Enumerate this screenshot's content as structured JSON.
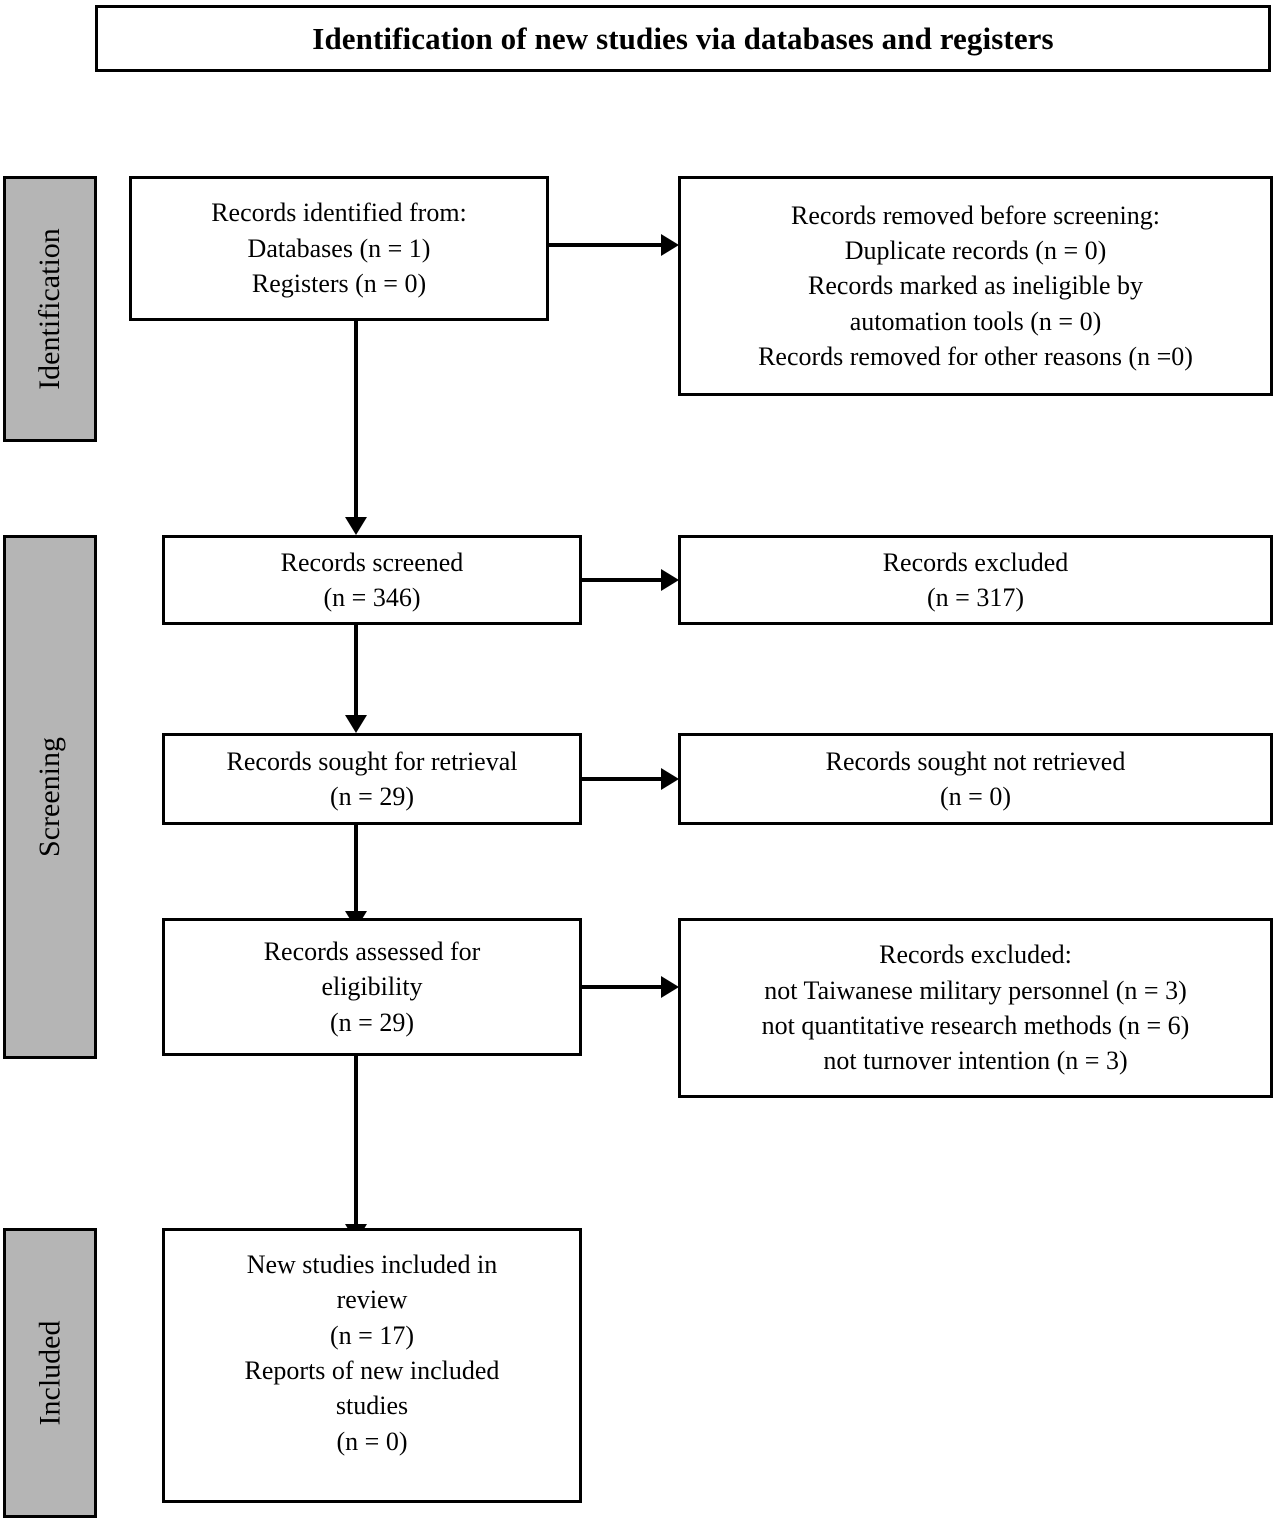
{
  "title": {
    "text": "Identification of new studies via databases and registers"
  },
  "phases": [
    {
      "id": "identification",
      "label": "Identification"
    },
    {
      "id": "screening",
      "label": "Screening"
    },
    {
      "id": "included",
      "label": "Included"
    }
  ],
  "boxes": {
    "records_identified": {
      "lines": [
        "Records identified from:",
        "Databases (n = 1)",
        "Registers (n = 0)"
      ]
    },
    "records_removed": {
      "lines": [
        "Records removed before screening:",
        "Duplicate records (n = 0)",
        "Records marked as ineligible by",
        "automation tools (n = 0)",
        "Records removed for other reasons (n =0)"
      ]
    },
    "records_screened": {
      "lines": [
        "Records screened",
        "(n = 346)"
      ]
    },
    "records_excluded_1": {
      "lines": [
        "Records excluded",
        "(n = 317)"
      ]
    },
    "records_sought": {
      "lines": [
        "Records sought for retrieval",
        "(n = 29)"
      ]
    },
    "records_not_retrieved": {
      "lines": [
        "Records sought not retrieved",
        "(n = 0)"
      ]
    },
    "records_assessed": {
      "lines": [
        "Records assessed for",
        "eligibility",
        "(n = 29)"
      ]
    },
    "records_excluded_2": {
      "lines": [
        "Records excluded:",
        "not Taiwanese military personnel (n = 3)",
        "not quantitative research methods (n = 6)",
        "not turnover intention (n = 3)"
      ]
    },
    "new_studies_included": {
      "lines": [
        "New studies included in",
        "review",
        "(n = 17)",
        "Reports of new included",
        "studies",
        "(n = 0)"
      ]
    }
  },
  "colors": {
    "phase_bar_fill": "#b5b5b5",
    "stroke": "#000000",
    "box_fill": "#ffffff"
  }
}
